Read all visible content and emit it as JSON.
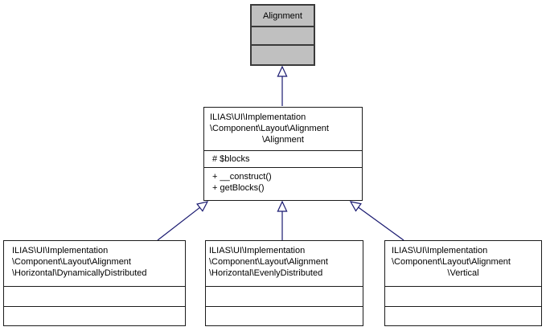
{
  "diagram": {
    "type": "uml-class-inheritance-diagram",
    "arrow_color": "#191970",
    "highlight_fill": "#c0c0c0",
    "nodes": {
      "parent": {
        "title": "Alignment"
      },
      "main": {
        "title_lines": [
          "ILIAS\\UI\\Implementation",
          "\\Component\\Layout\\Alignment",
          "\\Alignment"
        ],
        "attributes": [
          "# $blocks"
        ],
        "methods": [
          "+ __construct()",
          "+ getBlocks()"
        ]
      },
      "children": [
        {
          "title_lines": [
            "ILIAS\\UI\\Implementation",
            "\\Component\\Layout\\Alignment",
            "\\Horizontal\\DynamicallyDistributed"
          ]
        },
        {
          "title_lines": [
            "ILIAS\\UI\\Implementation",
            "\\Component\\Layout\\Alignment",
            "\\Horizontal\\EvenlyDistributed"
          ]
        },
        {
          "title_lines": [
            "ILIAS\\UI\\Implementation",
            "\\Component\\Layout\\Alignment",
            "\\Vertical"
          ]
        }
      ]
    }
  }
}
